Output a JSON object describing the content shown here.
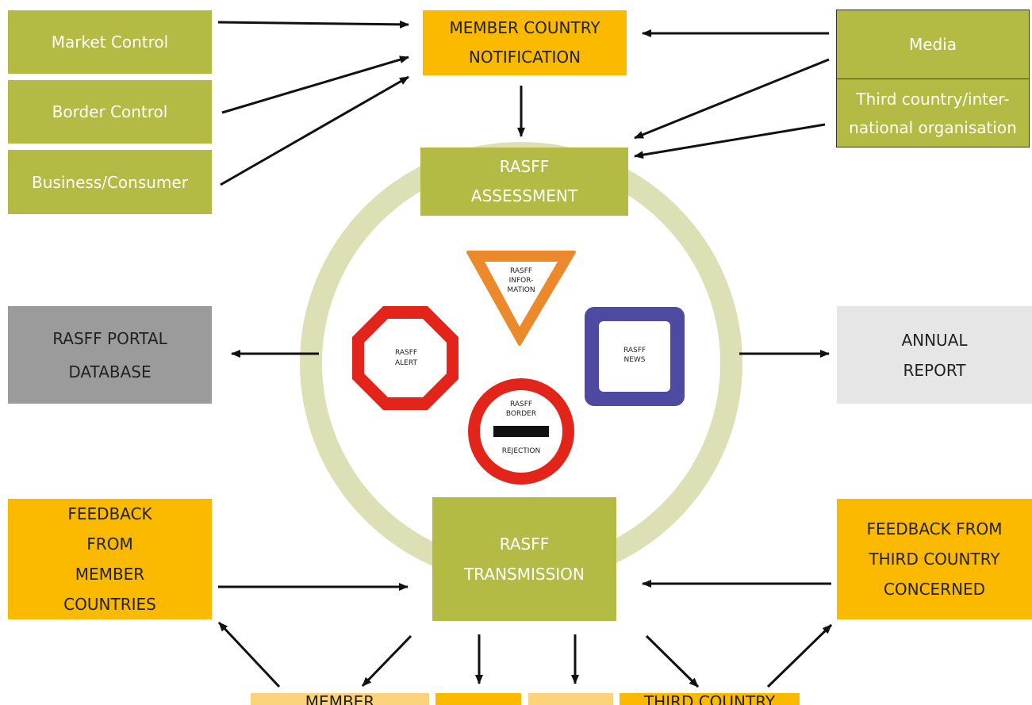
{
  "sources": {
    "market_control": "Market Control",
    "border_control": "Border Control",
    "business_consumer": "Business/Consumer",
    "media": "Media",
    "third_country": "Third country/inter-\nnational organisation"
  },
  "notification": "MEMBER COUNTRY\nNOTIFICATION",
  "assessment": "RASFF\nASSESSMENT",
  "transmission": "RASFF\nTRANSMISSION",
  "portal": "RASFF PORTAL\nDATABASE",
  "annual_report": "ANNUAL\nREPORT",
  "feedback_members": "FEEDBACK\nFROM\nMEMBER\nCOUNTRIES",
  "feedback_third": "FEEDBACK FROM\nTHIRD COUNTRY\nCONCERNED",
  "bottom": {
    "member": "MEMBER",
    "third_country": "THIRD  COUNTRY"
  },
  "signs": {
    "information": [
      "RASFF",
      "INFOR-",
      "MATION"
    ],
    "alert": [
      "RASFF",
      "ALERT"
    ],
    "news": [
      "RASFF",
      "NEWS"
    ],
    "border": [
      "RASFF",
      "BORDER"
    ],
    "rejection": "REJECTION"
  },
  "colors": {
    "green": "#b4bb44",
    "orange": "#fbb900",
    "ring": "#dde0b4",
    "alert_red": "#e2241b",
    "info_orange": "#ec8a2b",
    "news_blue": "#4f4aa1"
  }
}
